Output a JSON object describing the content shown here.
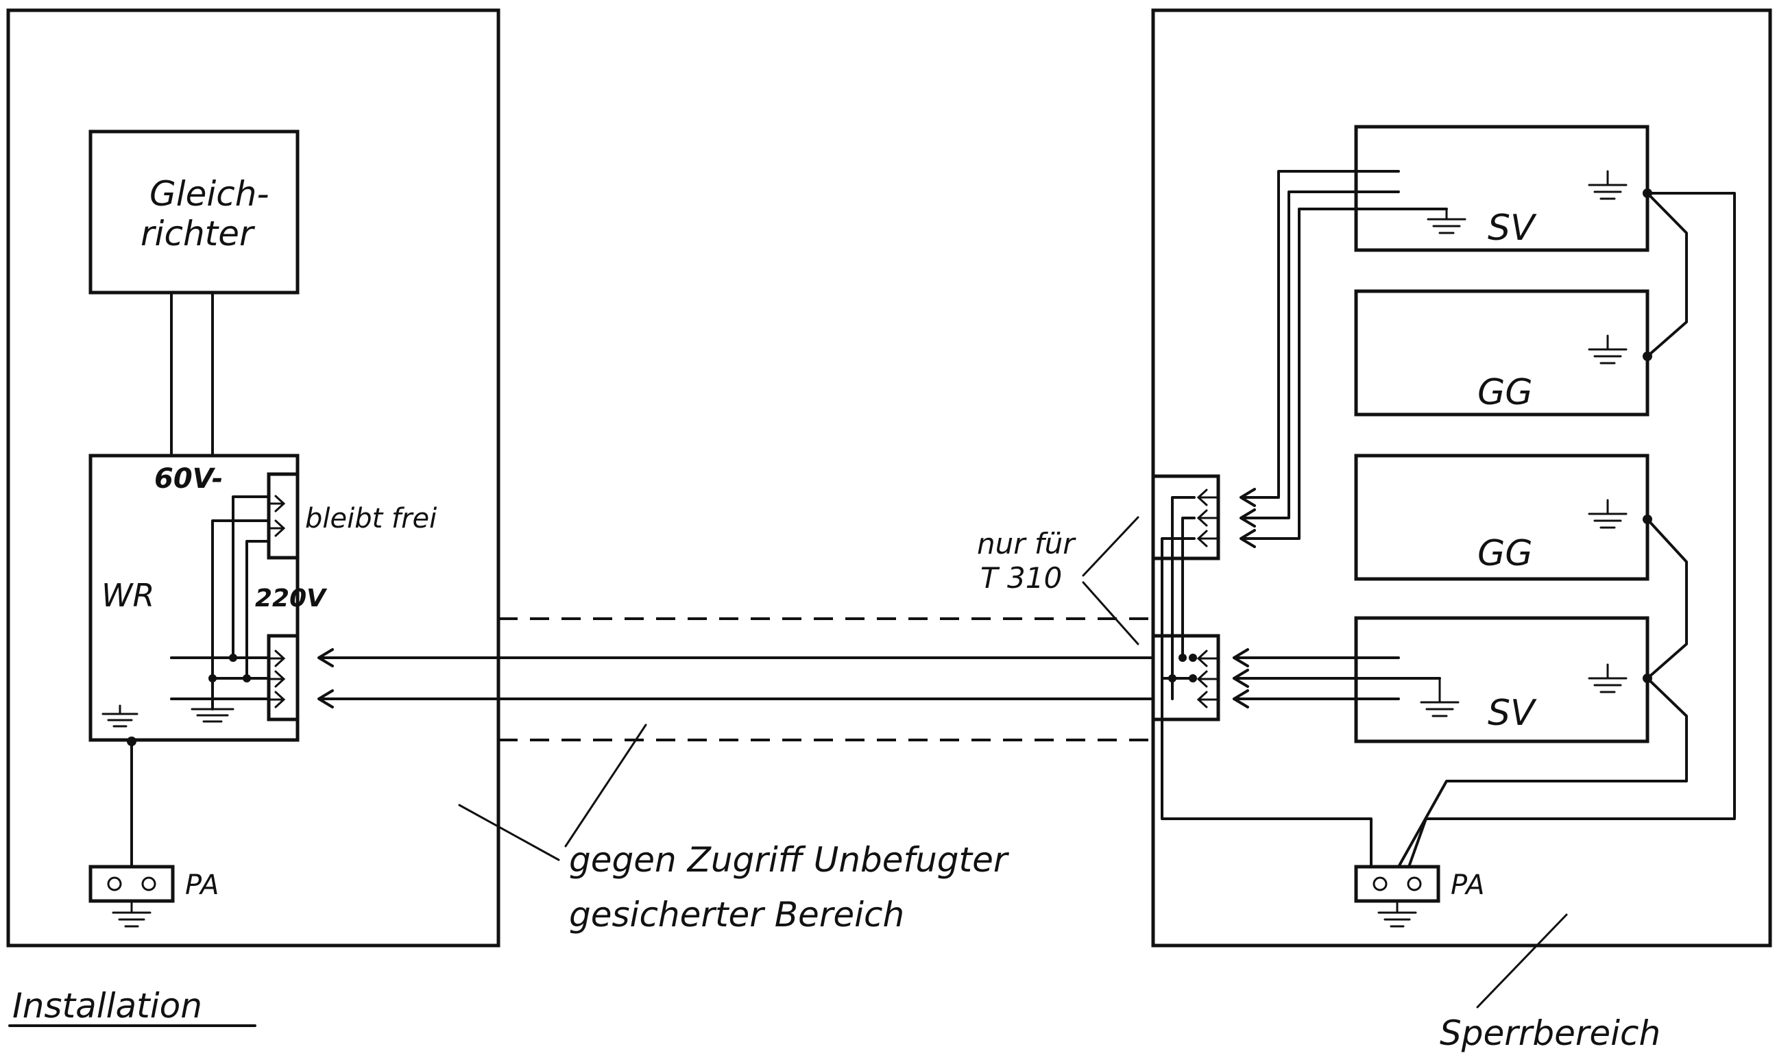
{
  "labels": {
    "rectifier_line1": "Gleich-",
    "rectifier_line2": "richter",
    "voltage_dc": "60V-",
    "spare_connector": "bleibt frei",
    "inverter": "WR",
    "voltage_ac": "220V",
    "pa_left": "PA",
    "pa_right": "PA",
    "secured_line1": "gegen Zugriff Unbefugter",
    "secured_line2": "gesicherter Bereich",
    "installation": "Installation",
    "restricted_area": "Sperrbereich",
    "note_line1": "nur für",
    "note_line2": "T 310",
    "device_sv_top": "SV",
    "device_gg_1": "GG",
    "device_gg_2": "GG",
    "device_sv_bottom": "SV"
  }
}
